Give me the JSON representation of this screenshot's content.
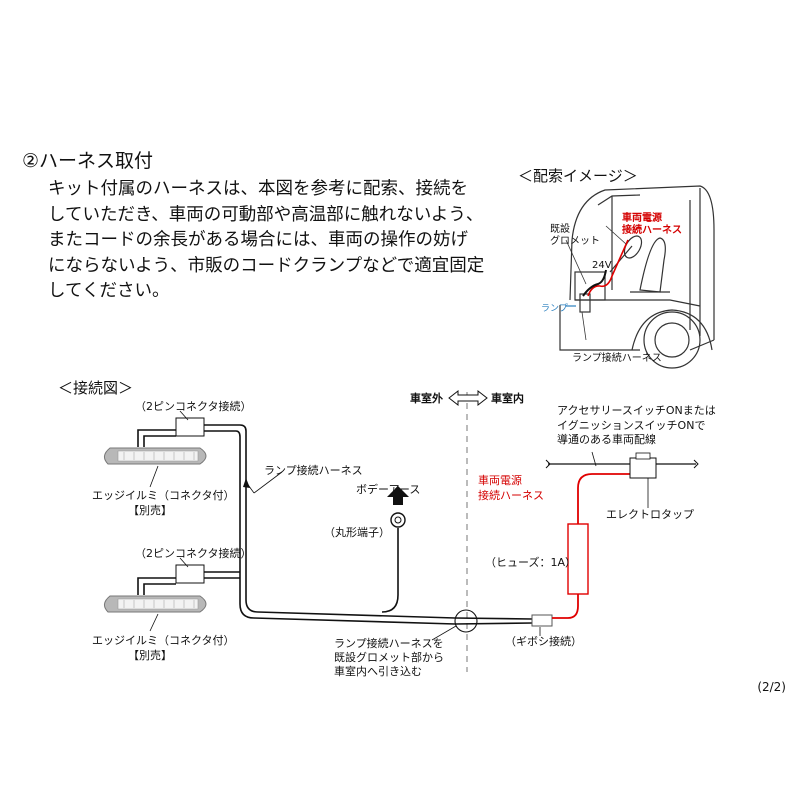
{
  "section_title": "②ハーネス取付",
  "intro_lines": [
    "キット付属のハーネスは、本図を参考に配索、接続を",
    "していただき、車両の可動部や高温部に触れないよう、",
    "またコードの余長がある場合には、車両の操作の妨げ",
    "にならないよう、市販のコードクランプなどで適宜固定",
    "してください。"
  ],
  "wiring_image": {
    "title": "＜配索イメージ＞",
    "power_harness": [
      "車両電源",
      "接続ハーネス"
    ],
    "grommet": [
      "既設",
      "グロメット"
    ],
    "voltage": "24V",
    "lamp": "ランプ",
    "lamp_harness": "ランプ接続ハーネス"
  },
  "connection_diagram": {
    "title": "＜接続図＞",
    "connector_top": "（2ピンコネクタ接続）",
    "connector_bottom": "（2ピンコネクタ接続）",
    "lamp_top": [
      "エッジイルミ（コネクタ付）",
      "【別売】"
    ],
    "lamp_bottom": [
      "エッジイルミ（コネクタ付）",
      "【別売】"
    ],
    "lamp_harness": "ランプ接続ハーネス",
    "body_earth": "ボデーアース",
    "ring_terminal": "（丸形端子）",
    "outside": "車室外",
    "inside": "車室内",
    "acc_note": [
      "アクセサリースイッチONまたは",
      "イグニッションスイッチONで",
      "導通のある車両配線"
    ],
    "electro_tap": "エレクトロタップ",
    "power_harness": [
      "車両電源",
      "接続ハーネス"
    ],
    "fuse": "（ヒューズ：1A）",
    "gibosi": "（ギボシ接続）",
    "grommet_note": [
      "ランプ接続ハーネスを",
      "既設グロメット部から",
      "車室内へ引き込む"
    ]
  },
  "page_number": "(2/2)",
  "colors": {
    "power_wire": "#e00000",
    "wire": "#111111",
    "dashed": "#777777"
  }
}
